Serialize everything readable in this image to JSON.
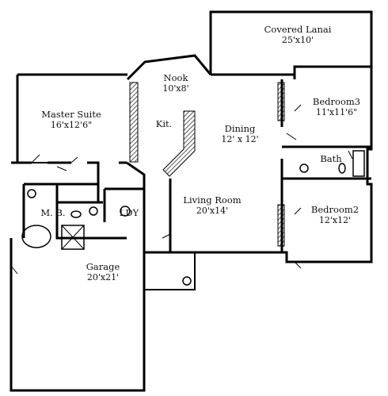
{
  "rooms": {
    "covered_lanai": {
      "name": "Covered Lanai",
      "dims": "25'x10'"
    },
    "nook": {
      "name": "Nook",
      "dims": "10'x8'"
    },
    "master_suite": {
      "name": "Master Suite",
      "dims": "16'x12'6\""
    },
    "kitchen": {
      "name": "Kit."
    },
    "dining": {
      "name": "Dining",
      "dims": "12' x 12'"
    },
    "bedroom3": {
      "name": "Bedroom3",
      "dims": "11'x11'6\""
    },
    "bath": {
      "name": "Bath"
    },
    "living_room": {
      "name": "Living Room",
      "dims": "20'x14'"
    },
    "master_bath": {
      "name": "M. B."
    },
    "laundry": {
      "name": "LDY"
    },
    "bedroom2": {
      "name": "Bedroom2",
      "dims": "12'x12'"
    },
    "garage": {
      "name": "Garage",
      "dims": "20'x21'"
    }
  },
  "colors": {
    "wall": "#000000",
    "background": "#ffffff",
    "hatch": "#000000"
  }
}
